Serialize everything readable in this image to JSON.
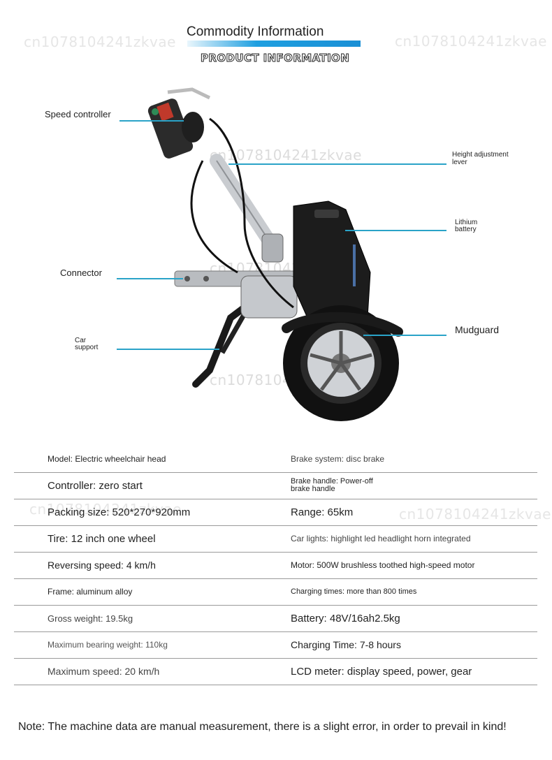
{
  "header": {
    "title": "Commodity Information",
    "subtitle": "PRODUCT INFORMATION"
  },
  "watermark": "cn1078104241zkvae",
  "callouts": {
    "speed_controller": "Speed controller",
    "height_adjustment_lever": "Height adjustment lever",
    "lithium_battery": "Lithium battery",
    "connector": "Connector",
    "mudguard": "Mudguard",
    "car_support": "Car support"
  },
  "specs": [
    {
      "left": "Model: Electric wheelchair head",
      "right": "Brake system: disc brake"
    },
    {
      "left": "Controller: zero start",
      "right": "Brake handle: Power-off brake handle"
    },
    {
      "left": "Packing size: 520*270*920mm",
      "right": "Range: 65km"
    },
    {
      "left": "Tire: 12 inch one wheel",
      "right": "Car lights: highlight led headlight horn integrated"
    },
    {
      "left": "Reversing speed: 4 km/h",
      "right": "Motor: 500W brushless toothed high-speed motor"
    },
    {
      "left": "Frame: aluminum alloy",
      "right": "Charging times: more than 800 times"
    },
    {
      "left": "Gross weight: 19.5kg",
      "right": "Battery: 48V/16ah2.5kg"
    },
    {
      "left": "Maximum bearing weight: 110kg",
      "right": "Charging Time: 7-8 hours"
    },
    {
      "left": "Maximum speed: 20 km/h",
      "right": "LCD meter: display speed, power, gear"
    }
  ],
  "note": "Note: The machine data are manual measurement, there is a slight error, in order to prevail in kind!",
  "colors": {
    "accent": "#1e9fe0",
    "callout_line": "#2aa3c8",
    "divider": "#9a9a9a"
  }
}
